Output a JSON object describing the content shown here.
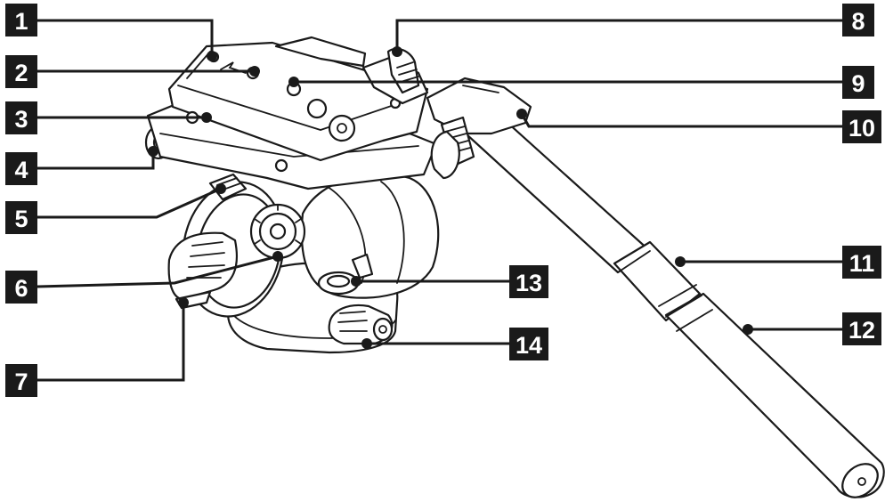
{
  "labels": [
    {
      "id": "1",
      "text": "1"
    },
    {
      "id": "2",
      "text": "2"
    },
    {
      "id": "3",
      "text": "3"
    },
    {
      "id": "4",
      "text": "4"
    },
    {
      "id": "5",
      "text": "5"
    },
    {
      "id": "6",
      "text": "6"
    },
    {
      "id": "7",
      "text": "7"
    },
    {
      "id": "8",
      "text": "8"
    },
    {
      "id": "9",
      "text": "9"
    },
    {
      "id": "10",
      "text": "10"
    },
    {
      "id": "11",
      "text": "11"
    },
    {
      "id": "12",
      "text": "12"
    },
    {
      "id": "13",
      "text": "13"
    },
    {
      "id": "14",
      "text": "14"
    }
  ],
  "colors": {
    "line": "#1a1a1a",
    "fill": "#ffffff",
    "label_bg": "#1a1a1a",
    "label_text": "#ffffff"
  }
}
